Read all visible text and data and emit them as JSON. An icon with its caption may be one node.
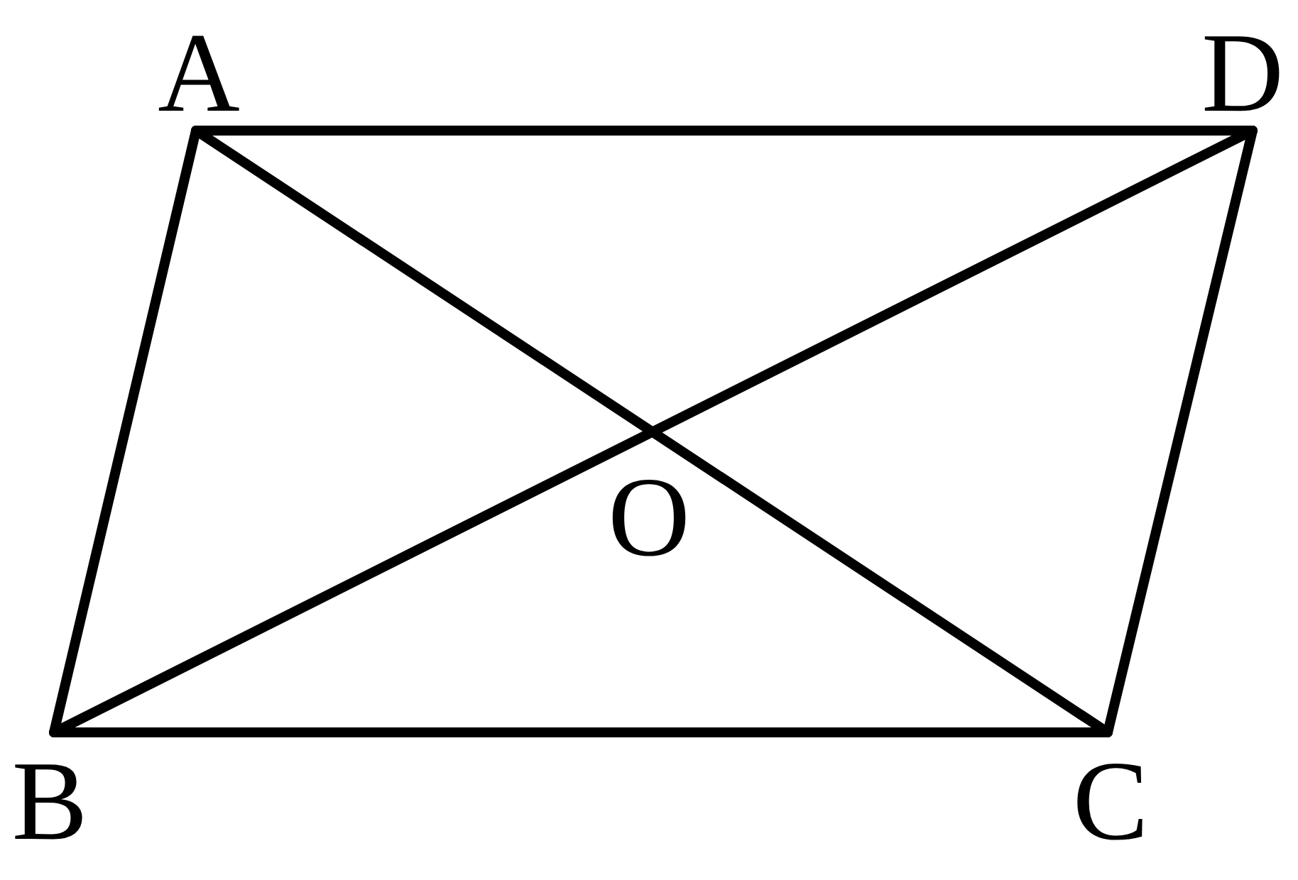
{
  "diagram": {
    "labels": [
      "A",
      "D",
      "O",
      "B",
      "C"
    ]
  }
}
